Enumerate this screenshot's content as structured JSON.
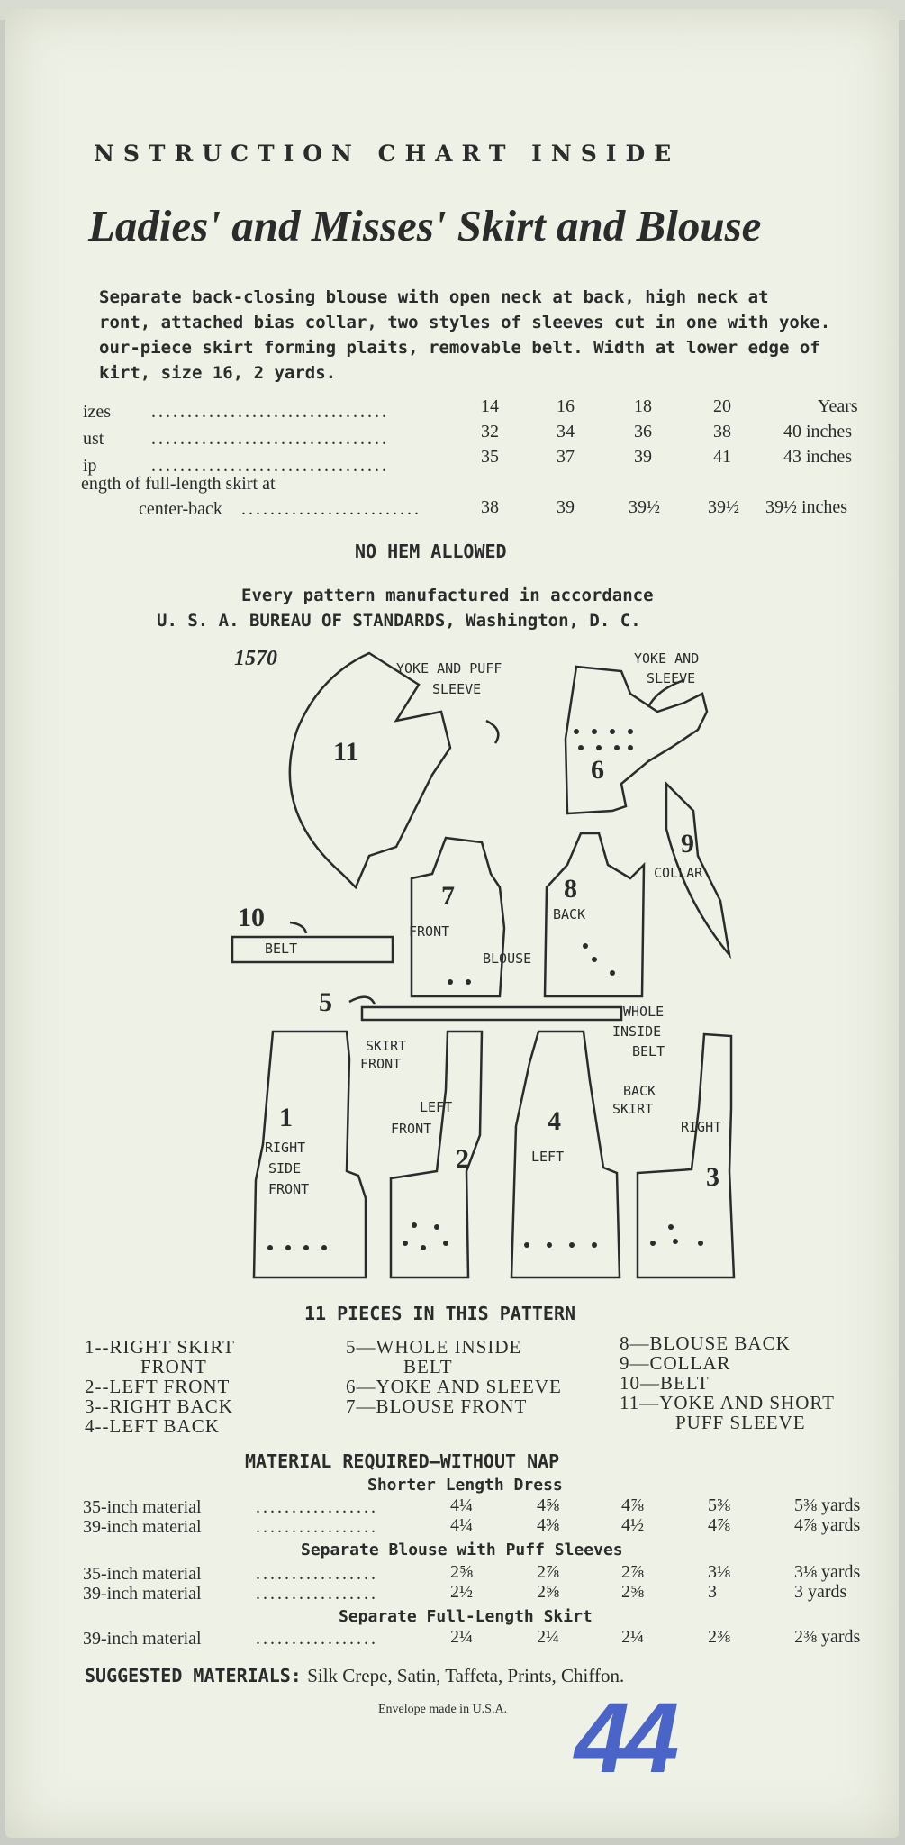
{
  "header": {
    "instruction": "NSTRUCTION CHART INSIDE",
    "title": "Ladies' and Misses' Skirt and Blouse"
  },
  "description": [
    "Separate back-closing blouse with open neck at back, high neck at",
    "ront, attached bias collar, two styles of sleeves cut in one with yoke.",
    "our-piece skirt forming plaits, removable belt. Width at lower edge of",
    "kirt, size 16, 2 yards."
  ],
  "size_table": {
    "rows": [
      {
        "label": "izes",
        "values": [
          "14",
          "16",
          "18",
          "20",
          "Years"
        ]
      },
      {
        "label": "ust",
        "values": [
          "32",
          "34",
          "36",
          "38",
          "40 inches"
        ]
      },
      {
        "label": "ip",
        "values": [
          "35",
          "37",
          "39",
          "41",
          "43 inches"
        ]
      },
      {
        "label": "ength of full-length skirt at",
        "label2": "center-back",
        "values": [
          "38",
          "39",
          "39½",
          "39½",
          "39½ inches"
        ]
      }
    ]
  },
  "notes": {
    "hem": "NO HEM ALLOWED",
    "standards1": "Every pattern manufactured in accordance",
    "standards2": "U. S. A. BUREAU OF STANDARDS, Washington, D. C."
  },
  "diagram": {
    "pattern_number": "1570",
    "labels": {
      "yoke_puff_1": "YOKE AND PUFF",
      "yoke_puff_2": "SLEEVE",
      "yoke_sleeve_1": "YOKE AND",
      "yoke_sleeve_2": "SLEEVE",
      "collar": "COLLAR",
      "back": "BACK",
      "front": "FRONT",
      "blouse": "BLOUSE",
      "belt": "BELT",
      "whole": "WHOLE",
      "inside": "INSIDE",
      "belt2": "BELT",
      "skirt_front_1": "SKIRT",
      "skirt_front_2": "FRONT",
      "left_front_1": "LEFT",
      "left_front_2": "FRONT",
      "right_side_front_1": "RIGHT",
      "right_side_front_2": "SIDE",
      "right_side_front_3": "FRONT",
      "left": "LEFT",
      "back_skirt_1": "BACK",
      "back_skirt_2": "SKIRT",
      "right": "RIGHT"
    },
    "numbers": [
      "11",
      "6",
      "9",
      "7",
      "8",
      "10",
      "5",
      "1",
      "2",
      "4",
      "3"
    ]
  },
  "pieces": {
    "title": "11 PIECES IN THIS PATTERN",
    "col1": [
      "1--RIGHT SKIRT",
      "FRONT",
      "2--LEFT FRONT",
      "3--RIGHT BACK",
      "4--LEFT BACK"
    ],
    "col2": [
      "5—WHOLE INSIDE",
      "BELT",
      "6—YOKE AND SLEEVE",
      "7—BLOUSE FRONT"
    ],
    "col3": [
      "8—BLOUSE BACK",
      "9—COLLAR",
      "10—BELT",
      "11—YOKE AND SHORT",
      "PUFF SLEEVE"
    ]
  },
  "materials": {
    "title": "MATERIAL REQUIRED—WITHOUT NAP",
    "sections": [
      {
        "heading": "Shorter Length Dress",
        "rows": [
          {
            "label": "35-inch material",
            "values": [
              "4¼",
              "4⅝",
              "4⅞",
              "5⅜",
              "5⅜ yards"
            ]
          },
          {
            "label": "39-inch material",
            "values": [
              "4¼",
              "4⅜",
              "4½",
              "4⅞",
              "4⅞ yards"
            ]
          }
        ]
      },
      {
        "heading": "Separate Blouse with Puff Sleeves",
        "rows": [
          {
            "label": "35-inch material",
            "values": [
              "2⅝",
              "2⅞",
              "2⅞",
              "3⅛",
              "3⅛ yards"
            ]
          },
          {
            "label": "39-inch material",
            "values": [
              "2½",
              "2⅝",
              "2⅝",
              "3",
              "3 yards"
            ]
          }
        ]
      },
      {
        "heading": "Separate Full-Length Skirt",
        "rows": [
          {
            "label": "39-inch material",
            "values": [
              "2¼",
              "2¼",
              "2¼",
              "2⅜",
              "2⅜ yards"
            ]
          }
        ]
      }
    ]
  },
  "suggested": {
    "label": "SUGGESTED MATERIALS:",
    "value": "Silk Crepe, Satin, Taffeta, Prints, Chiffon."
  },
  "footer": {
    "made_in": "Envelope made in U.S.A.",
    "stamp": "44"
  },
  "colors": {
    "paper": "#eef1e6",
    "ink": "#2b2b2b",
    "stamp": "#4a64c8"
  }
}
